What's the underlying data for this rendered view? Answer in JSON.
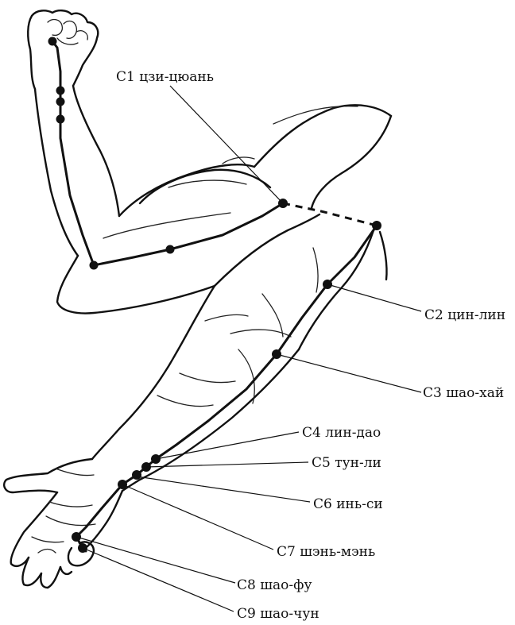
{
  "labels": {
    "c1": "C1 цзи-цюань",
    "c2": "С2 цин-лин",
    "c3": "С3 шао-хай",
    "c4": "С4 лин-дао",
    "c5": "С5 тун-ли",
    "c6": "С6 инь-си",
    "c7": "С7 шэнь-мэнь",
    "c8": "С8 шао-фу",
    "c9": "С9 шао-чун"
  },
  "colors": {
    "ink": "#111111",
    "paper": "#ffffff"
  }
}
